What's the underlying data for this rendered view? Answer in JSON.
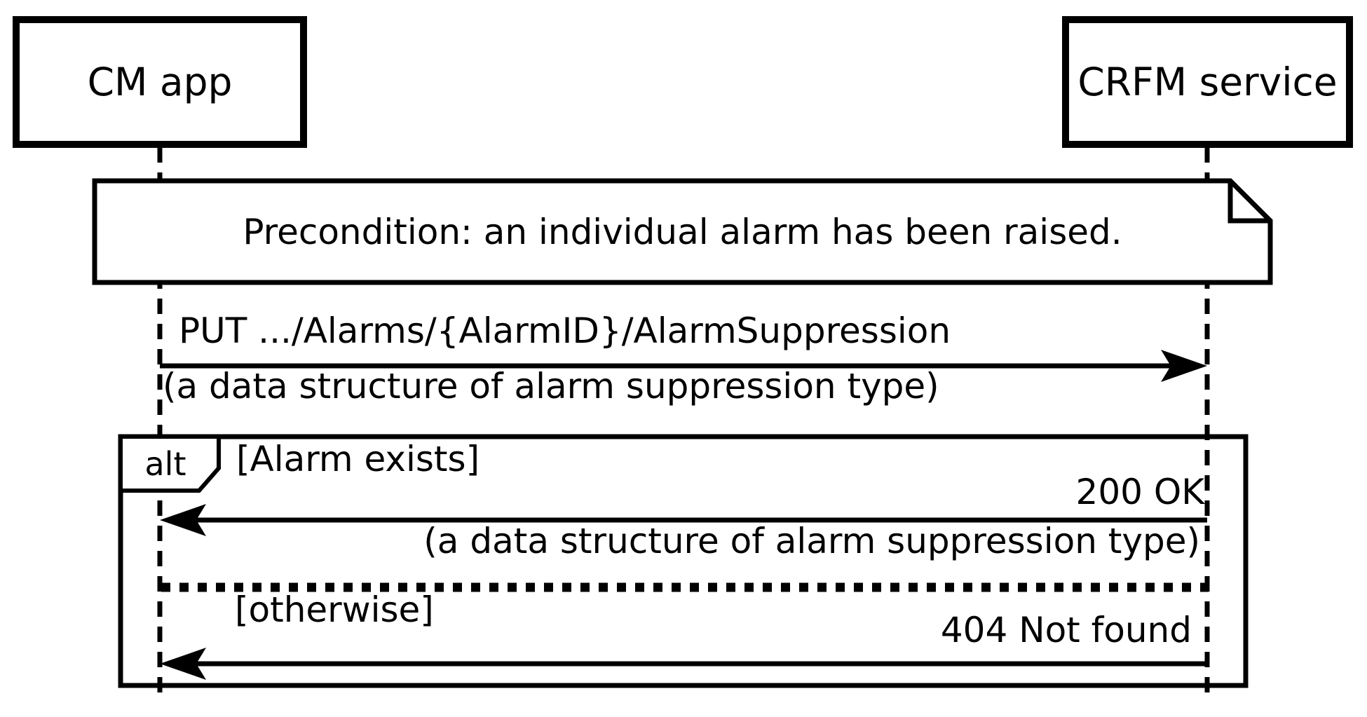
{
  "diagram_type": "uml-sequence-diagram",
  "actors": [
    {
      "label": "CM app"
    },
    {
      "label": "CRFM service"
    }
  ],
  "note": {
    "text": "Precondition: an individual alarm has been raised."
  },
  "messages": {
    "request": {
      "label": "PUT .../Alarms/{AlarmID}/AlarmSuppression",
      "payload": "(a data structure of alarm suppression type)",
      "from": "CM app",
      "to": "CRFM service"
    },
    "response_ok": {
      "label": "200 OK",
      "payload": "(a data structure of alarm suppression type)",
      "from": "CRFM service",
      "to": "CM app"
    },
    "response_not_found": {
      "label": "404 Not found",
      "from": "CRFM service",
      "to": "CM app"
    }
  },
  "alt_fragment": {
    "operator": "alt",
    "guard_exists": "[Alarm exists]",
    "guard_otherwise": "[otherwise]"
  },
  "colors": {
    "stroke": "#000000",
    "background": "#ffffff"
  }
}
